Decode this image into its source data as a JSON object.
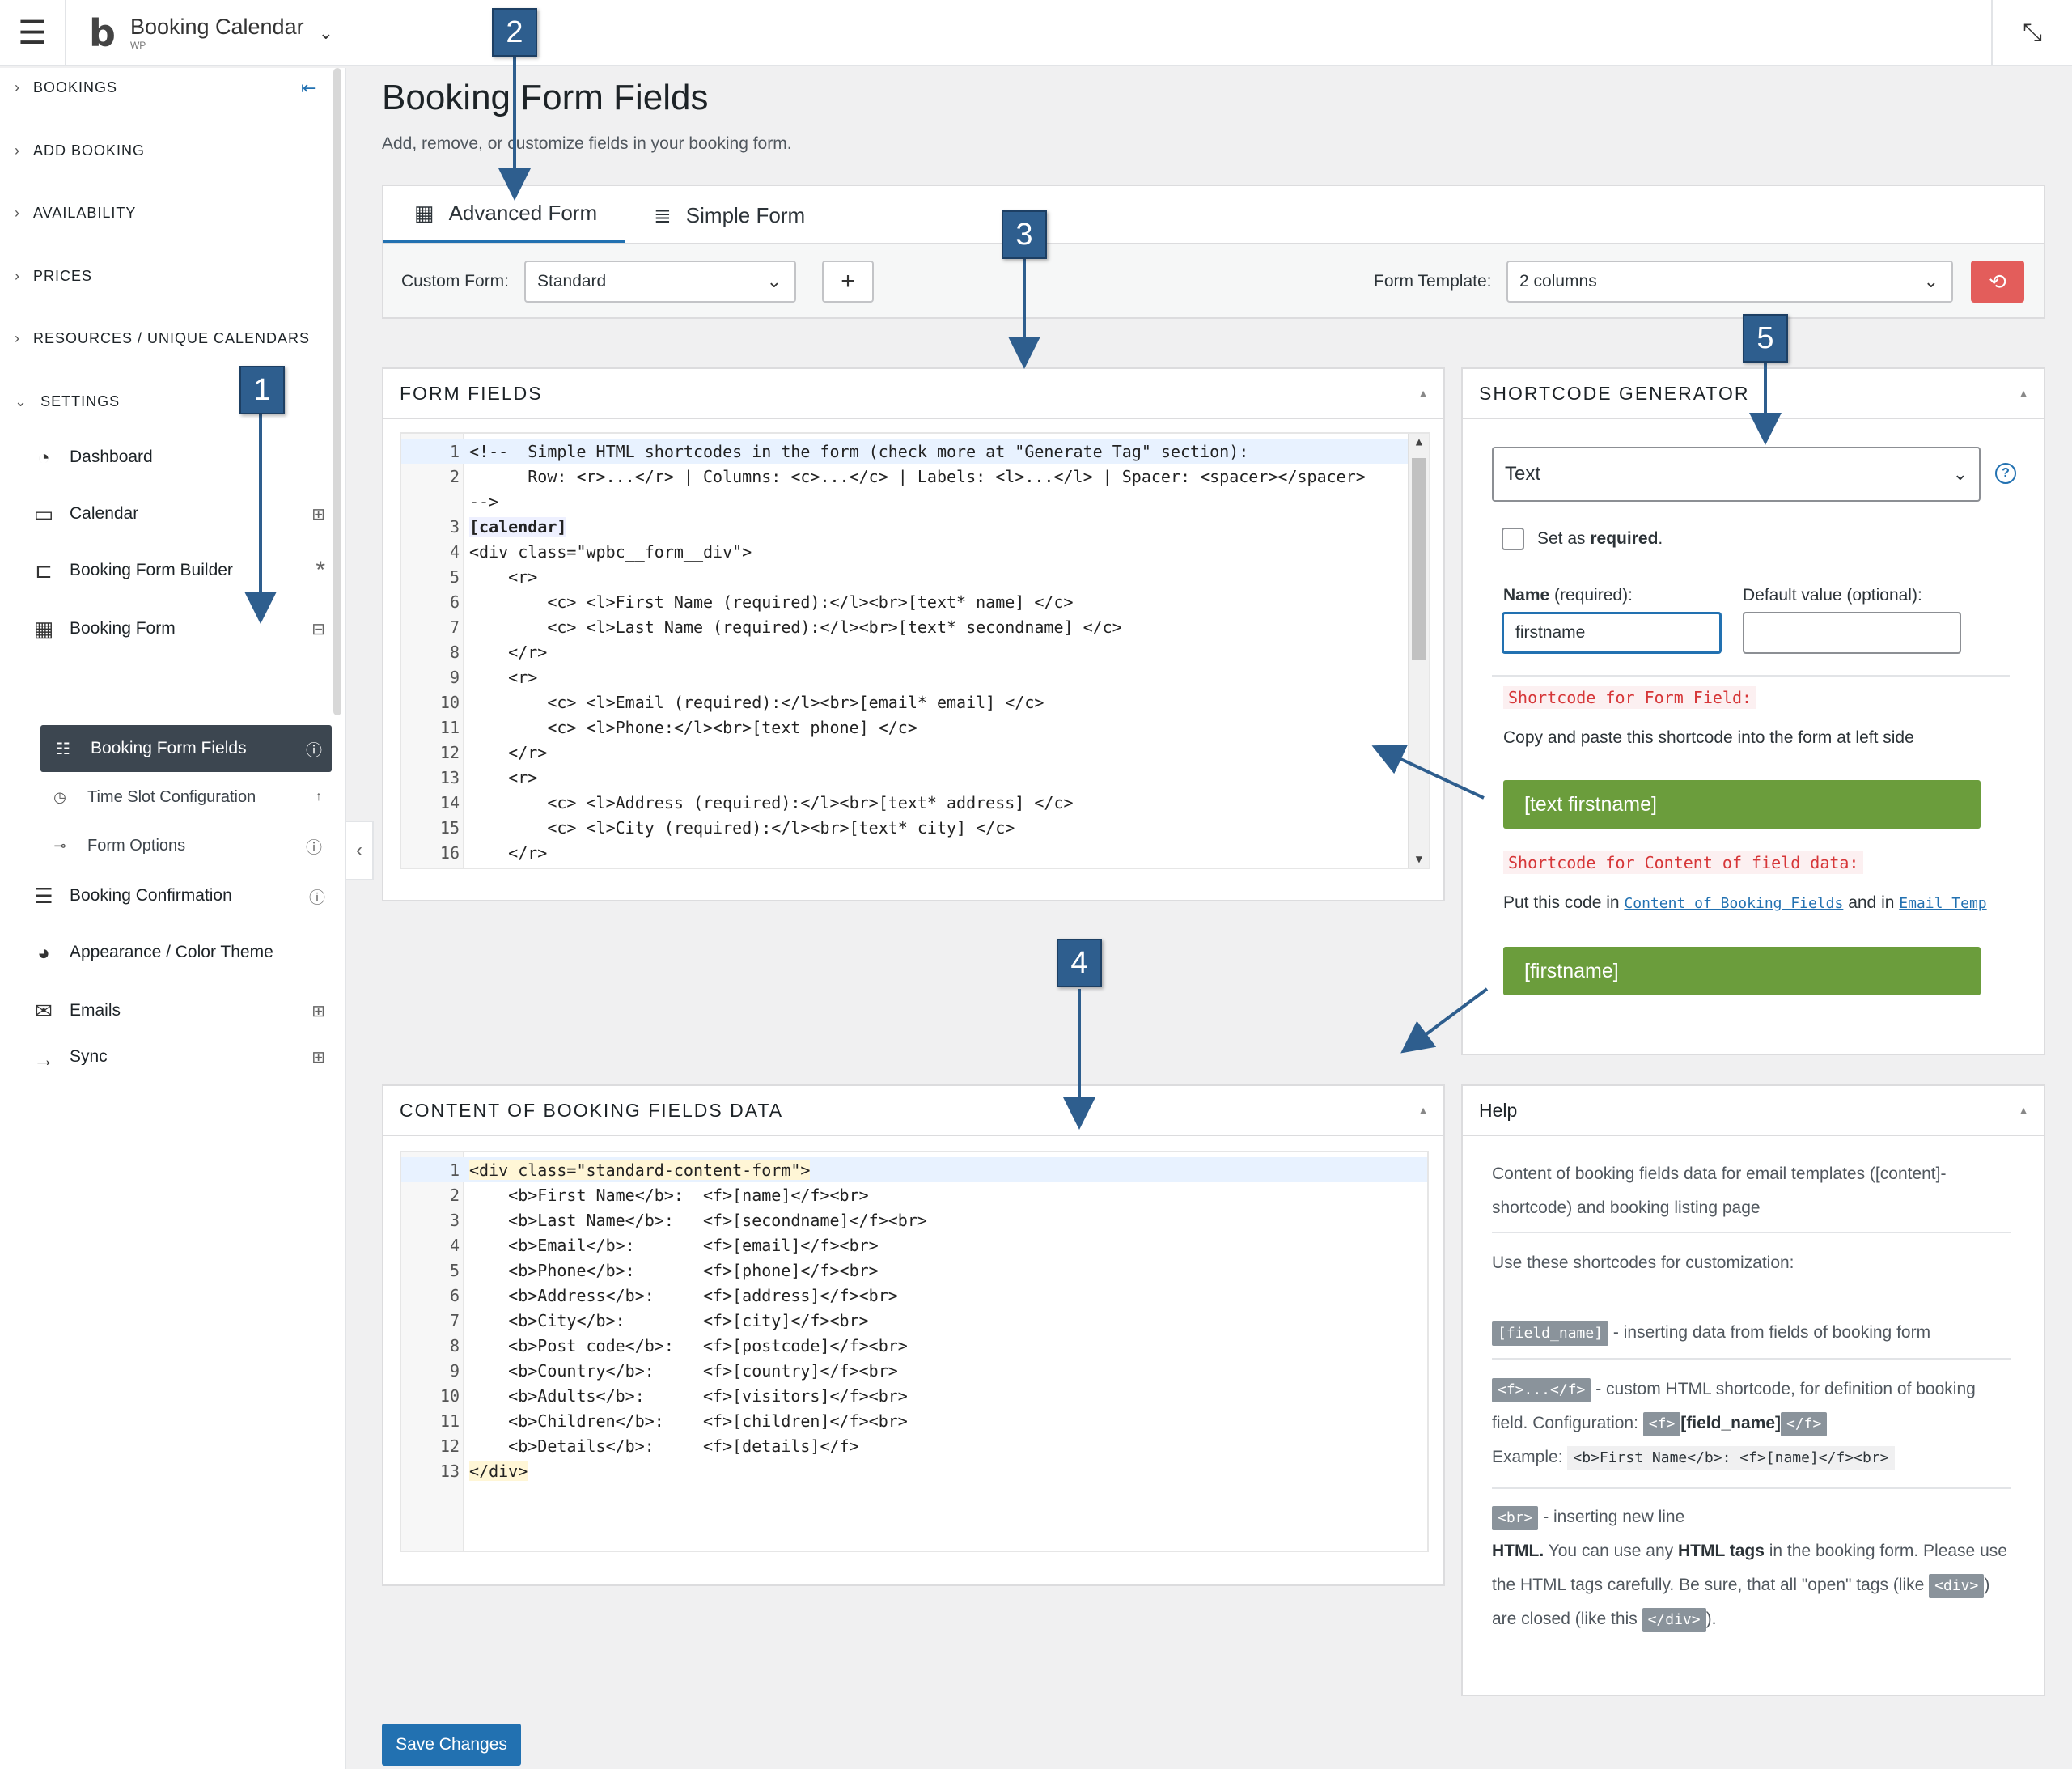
{
  "app": {
    "title": "Booking Calendar",
    "subtitle": "WP"
  },
  "sidebar": {
    "groups": [
      {
        "label": "BOOKINGS"
      },
      {
        "label": "ADD BOOKING"
      },
      {
        "label": "AVAILABILITY"
      },
      {
        "label": "PRICES"
      },
      {
        "label": "RESOURCES / UNIQUE CALENDARS"
      },
      {
        "label": "SETTINGS"
      }
    ],
    "items": [
      {
        "label": "Dashboard"
      },
      {
        "label": "Calendar"
      },
      {
        "label": "Booking Form Builder"
      },
      {
        "label": "Booking Form"
      },
      {
        "label": "Booking Form Fields"
      },
      {
        "label": "Time Slot Configuration"
      },
      {
        "label": "Form Options"
      },
      {
        "label": "Booking Confirmation"
      },
      {
        "label": "Appearance / Color Theme"
      },
      {
        "label": "Emails"
      },
      {
        "label": "Sync"
      }
    ]
  },
  "page": {
    "title": "Booking Form Fields",
    "subtitle": "Add, remove, or customize fields in your booking form."
  },
  "tabs": [
    {
      "label": "Advanced Form"
    },
    {
      "label": "Simple Form"
    }
  ],
  "toolbar": {
    "custom_form_label": "Custom Form:",
    "custom_form_value": "Standard",
    "add_label": "+",
    "template_label": "Form Template:",
    "template_value": "2 columns"
  },
  "form_fields": {
    "title": "FORM   FIELDS",
    "lines": [
      {
        "n": "1",
        "t": "<!--  Simple HTML shortcodes in the form (check more at \"Generate Tag\" section):"
      },
      {
        "n": "2",
        "t": "      Row: <r>...</r> | Columns: <c>...</c> | Labels: <l>...</l> | Spacer: <spacer></spacer>"
      },
      {
        "n": "",
        "t": "-->"
      },
      {
        "n": "3",
        "t": "[calendar]"
      },
      {
        "n": "4",
        "t": "<div class=\"wpbc__form__div\">"
      },
      {
        "n": "5",
        "t": "    <r>"
      },
      {
        "n": "6",
        "t": "        <c> <l>First Name (required):</l><br>[text* name] </c>"
      },
      {
        "n": "7",
        "t": "        <c> <l>Last Name (required):</l><br>[text* secondname] </c>"
      },
      {
        "n": "8",
        "t": "    </r>"
      },
      {
        "n": "9",
        "t": "    <r>"
      },
      {
        "n": "10",
        "t": "        <c> <l>Email (required):</l><br>[email* email] </c>"
      },
      {
        "n": "11",
        "t": "        <c> <l>Phone:</l><br>[text phone] </c>"
      },
      {
        "n": "12",
        "t": "    </r>"
      },
      {
        "n": "13",
        "t": "    <r>"
      },
      {
        "n": "14",
        "t": "        <c> <l>Address (required):</l><br>[text* address] </c>"
      },
      {
        "n": "15",
        "t": "        <c> <l>City (required):</l><br>[text* city] </c>"
      },
      {
        "n": "16",
        "t": "    </r>"
      }
    ]
  },
  "generator": {
    "title": "SHORTCODE   GENERATOR",
    "type_value": "Text",
    "help": "?",
    "required_label": "Set as ",
    "required_bold": "required",
    "required_dot": ".",
    "name_label_bold": "Name",
    "name_label": " (required):",
    "name_value": "firstname",
    "default_label": "Default value (optional):",
    "default_value": "",
    "shortcode_title": "Shortcode for Form Field:",
    "shortcode_desc": "Copy and paste this shortcode into the form at left side",
    "shortcode_value": "[text firstname]",
    "content_title": "Shortcode for Content of field data:",
    "content_desc_pre": "Put this code in ",
    "content_link1": "Content of Booking Fields",
    "content_desc_mid": " and in ",
    "content_link2": "Email Temp",
    "content_value": "[firstname]"
  },
  "content_fields": {
    "title": "CONTENT   OF   BOOKING   FIELDS   DATA",
    "lines": [
      {
        "n": "1",
        "t": "<div class=\"standard-content-form\">"
      },
      {
        "n": "2",
        "t": "    <b>First Name</b>:  <f>[name]</f><br>"
      },
      {
        "n": "3",
        "t": "    <b>Last Name</b>:   <f>[secondname]</f><br>"
      },
      {
        "n": "4",
        "t": "    <b>Email</b>:       <f>[email]</f><br>"
      },
      {
        "n": "5",
        "t": "    <b>Phone</b>:       <f>[phone]</f><br>"
      },
      {
        "n": "6",
        "t": "    <b>Address</b>:     <f>[address]</f><br>"
      },
      {
        "n": "7",
        "t": "    <b>City</b>:        <f>[city]</f><br>"
      },
      {
        "n": "8",
        "t": "    <b>Post code</b>:   <f>[postcode]</f><br>"
      },
      {
        "n": "9",
        "t": "    <b>Country</b>:     <f>[country]</f><br>"
      },
      {
        "n": "10",
        "t": "    <b>Adults</b>:      <f>[visitors]</f><br>"
      },
      {
        "n": "11",
        "t": "    <b>Children</b>:    <f>[children]</f><br>"
      },
      {
        "n": "12",
        "t": "    <b>Details</b>:     <f>[details]</f>"
      },
      {
        "n": "13",
        "t": "</div>"
      }
    ]
  },
  "help": {
    "title": "Help",
    "p1": "Content of booking fields data for email templates ([content]-shortcode) and booking listing page",
    "p2": "Use these shortcodes for customization:",
    "chip_field": "[field_name]",
    "p3": " - inserting data from fields of booking form",
    "chip_f": "<f>...</f>",
    "p4a": " - custom HTML shortcode, for definition of booking field. Configuration: ",
    "chip_fo": "<f>",
    "p4b": "[field_name]",
    "chip_fc": "</f>",
    "p5": "Example: ",
    "example": "<b>First Name</b>: <f>[name]</f><br>",
    "chip_br": "<br>",
    "p6": " - inserting new line",
    "p7a": "HTML.",
    "p7b": " You can use any ",
    "p7c": "HTML tags",
    "p7d": " in the booking form. Please use the HTML tags carefully. Be sure, that all \"open\" tags (like ",
    "chip_div": "<div>",
    "p7e": ") are closed (like this ",
    "chip_divc": "</div>",
    "p7f": ")."
  },
  "save_label": "Save Changes",
  "badges": [
    "1",
    "2",
    "3",
    "4",
    "5"
  ],
  "colors": {
    "accent": "#2271b1",
    "green": "#6b9d3c",
    "danger": "#e35d5b",
    "active_nav": "#3c4650",
    "badge": "#2e5e8e"
  }
}
